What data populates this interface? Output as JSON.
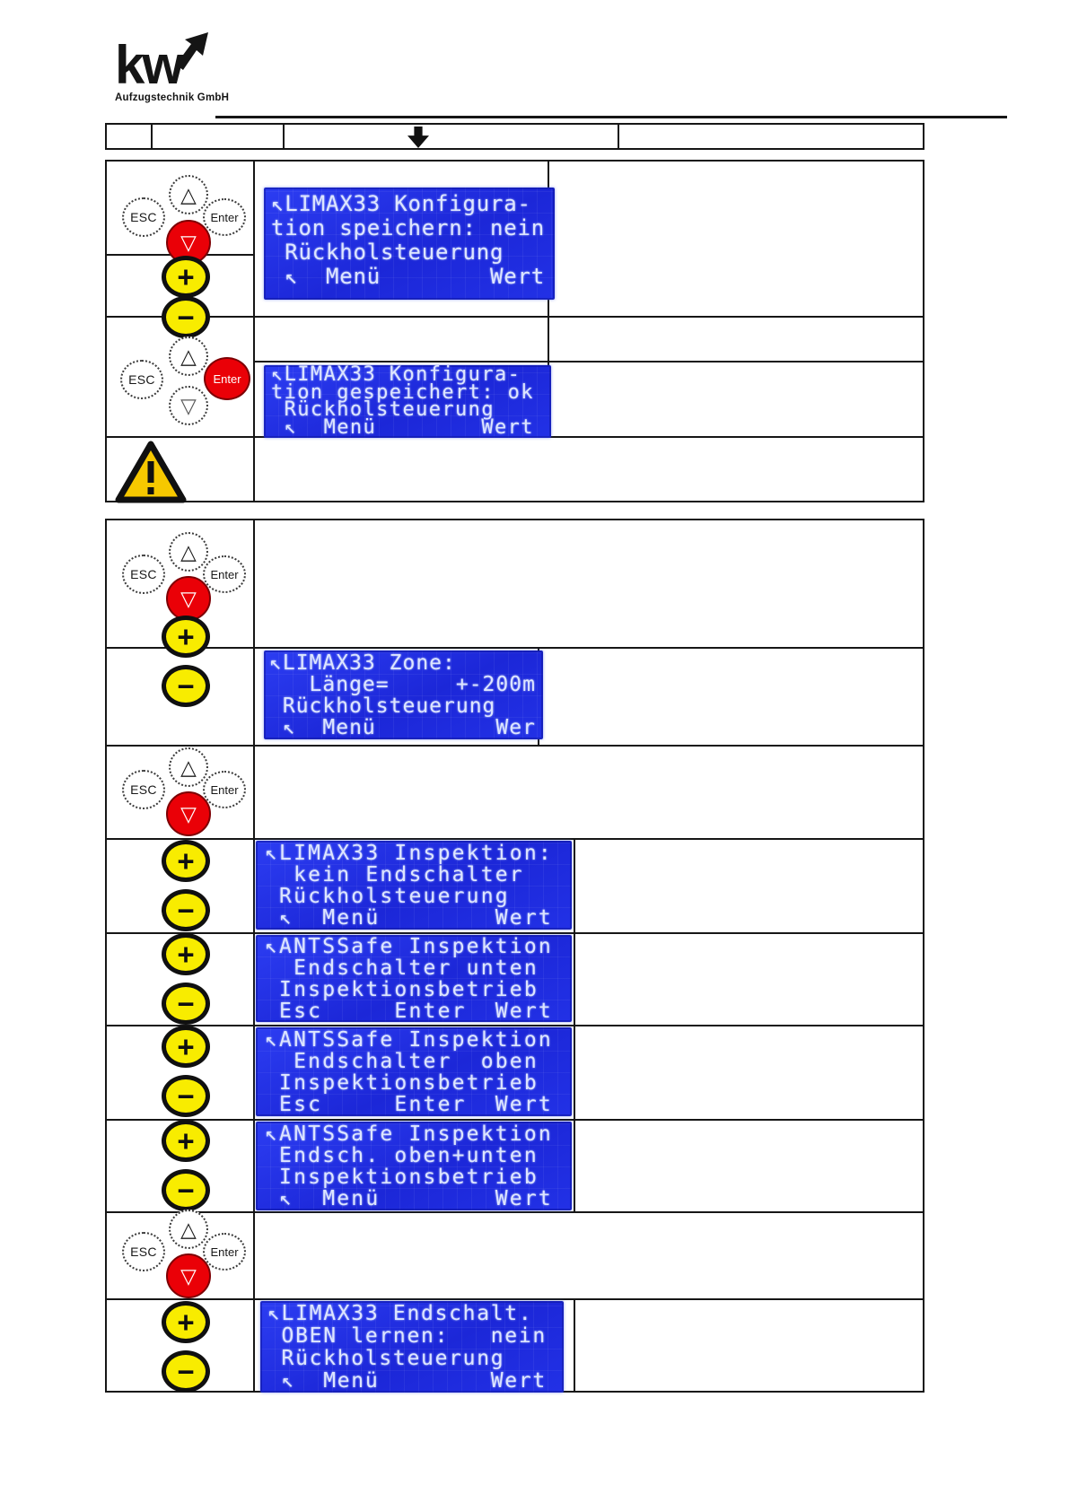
{
  "logo": {
    "text": "kw",
    "subtitle": "Aufzugstechnik GmbH"
  },
  "keypad": {
    "esc": "ESC",
    "enter": "Enter",
    "plus": "+",
    "minus": "−",
    "up_symbol": "△",
    "down_symbol": "▽"
  },
  "warning": {
    "mark": "!"
  },
  "colors": {
    "lcd_background": "#1f2ade",
    "lcd_text": "#dde5ff",
    "button_red": "#ea0007",
    "button_yellow": "#f8ec00",
    "warning_yellow": "#f6c800"
  },
  "screens": {
    "konfig_speichern": {
      "lines": [
        "↖LIMAX33 Konfigura-",
        "tion speichern: nein",
        " Rückholsteuerung",
        " ↖  Menü        Wert"
      ]
    },
    "konfig_gespeichert": {
      "lines": [
        "↖LIMAX33 Konfigura-",
        "tion gespeichert: ok",
        " Rückholsteuerung",
        " ↖  Menü        Wert"
      ]
    },
    "zone": {
      "lines": [
        "↖LIMAX33 Zone:",
        "   Länge=     +-200m",
        " Rückholsteuerung",
        " ↖  Menü         Wer"
      ]
    },
    "inspektion": {
      "lines": [
        "↖LIMAX33 Inspektion:",
        "  kein Endschalter",
        " Rückholsteuerung",
        " ↖  Menü        Wert"
      ]
    },
    "antssafe_unten": {
      "lines": [
        "↖ANTSSafe Inspektion",
        "  Endschalter unten",
        " Inspektionsbetrieb",
        " Esc     Enter  Wert"
      ]
    },
    "antssafe_oben": {
      "lines": [
        "↖ANTSSafe Inspektion",
        "  Endschalter  oben",
        " Inspektionsbetrieb",
        " Esc     Enter  Wert"
      ]
    },
    "antssafe_oben_unten": {
      "lines": [
        "↖ANTSSafe Inspektion",
        " Endsch. oben+unten",
        " Inspektionsbetrieb",
        " ↖  Menü        Wert"
      ]
    },
    "endschalter_oben_lernen": {
      "lines": [
        "↖LIMAX33 Endschalt.",
        " OBEN lernen:   nein",
        " Rückholsteuerung",
        " ↖  Menü        Wert"
      ]
    }
  }
}
